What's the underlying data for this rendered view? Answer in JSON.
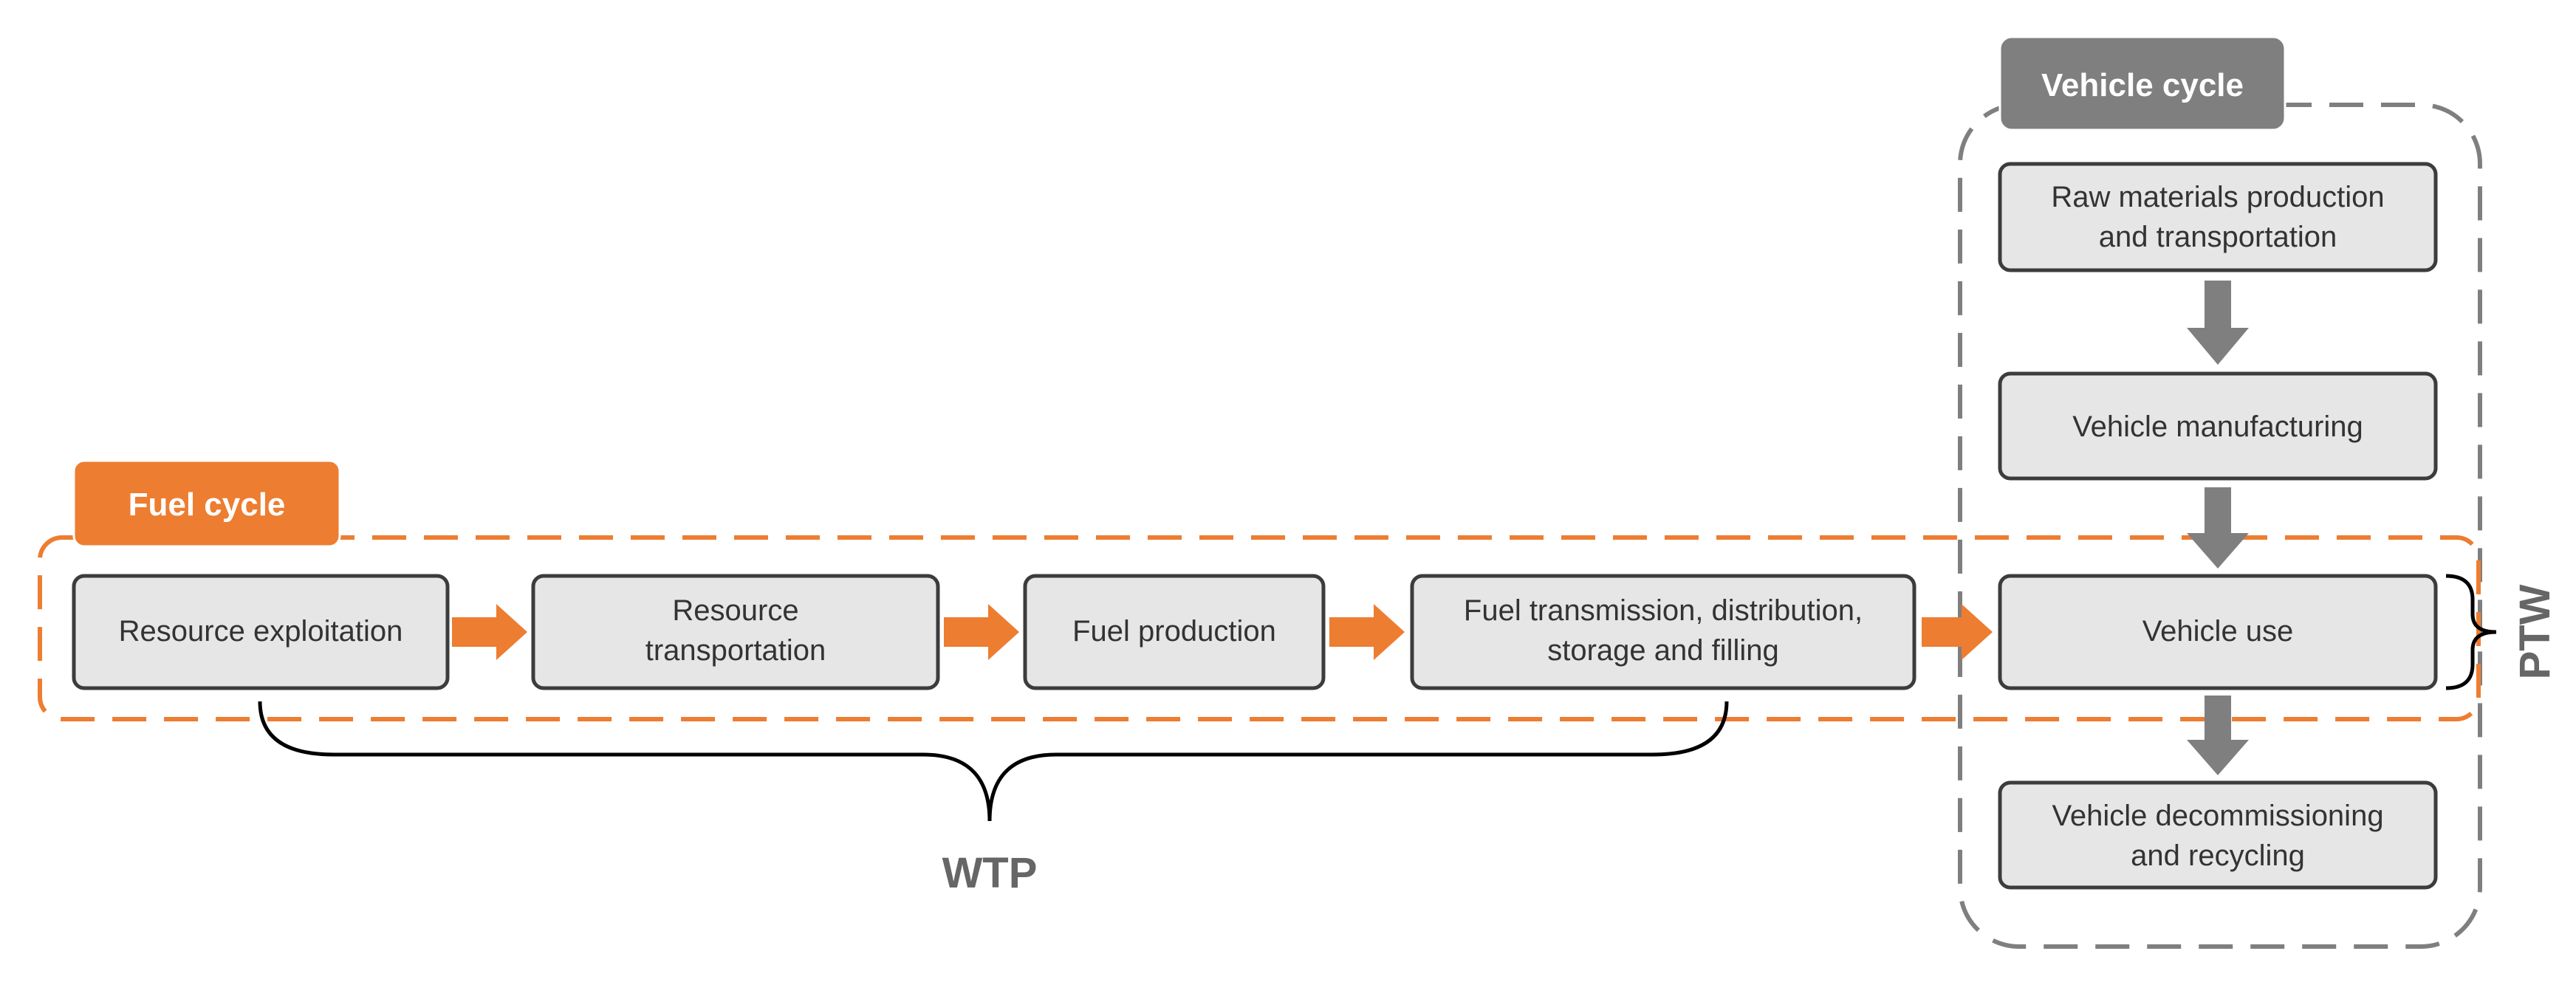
{
  "fuel_cycle": {
    "label": "Fuel cycle",
    "stages": [
      {
        "id": "resource-exploitation",
        "lines": [
          "Resource exploitation"
        ]
      },
      {
        "id": "resource-transportation",
        "lines": [
          "Resource",
          "transportation"
        ]
      },
      {
        "id": "fuel-production",
        "lines": [
          "Fuel production"
        ]
      },
      {
        "id": "fuel-transmission",
        "lines": [
          "Fuel transmission, distribution,",
          "storage and filling"
        ]
      }
    ]
  },
  "vehicle_cycle": {
    "label": "Vehicle cycle",
    "stages": [
      {
        "id": "raw-materials",
        "lines": [
          "Raw materials production",
          "and transportation"
        ]
      },
      {
        "id": "vehicle-manufacturing",
        "lines": [
          "Vehicle manufacturing"
        ]
      },
      {
        "id": "vehicle-use",
        "lines": [
          "Vehicle use"
        ]
      },
      {
        "id": "vehicle-decommissioning",
        "lines": [
          "Vehicle decommissioning",
          "and recycling"
        ]
      }
    ]
  },
  "wtp_label": "WTP",
  "ptw_label": "PTW",
  "colors": {
    "fuel_accent": "#ED7D31",
    "vehicle_accent": "#7F7F7F",
    "box_fill": "#E6E6E6",
    "box_stroke": "#3C3C3C",
    "text": "#333333",
    "bracket": "#000000"
  }
}
